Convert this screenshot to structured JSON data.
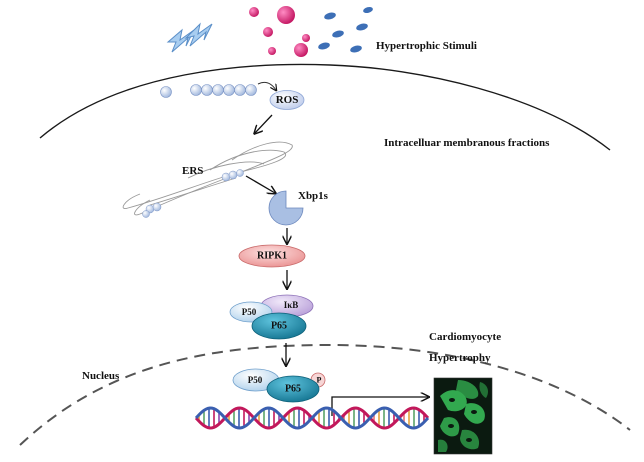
{
  "labels": {
    "stimuli": "Hypertrophic Stimuli",
    "membrane": "Intracelluar membranous fractions",
    "nucleus": "Nucleus",
    "outcome_line1": "Cardiomyocyte",
    "outcome_line2": "Hypertrophy"
  },
  "nodes": {
    "ros": "ROS",
    "ers": "ERS",
    "xbp1s": "Xbp1s",
    "ripk1": "RIPK1",
    "ikb": "IκB",
    "p50_cyto": "P50",
    "p65_cyto": "P65",
    "p50_nuc": "P50",
    "p65_nuc": "P65",
    "phospho": "P"
  },
  "colors": {
    "ros_fill": "#d7dff3",
    "vesicle_fill": "#c9d6f0",
    "ripk1_fill": "#f4a7a7",
    "ikb_fill": "#cdbbe3",
    "p50_fill": "#cfe3f5",
    "p65_fill": "#1f93b3",
    "phospho_fill": "#f7d6d6",
    "xbp1s_fill": "#9fb6dd",
    "stimuli_pink": "#d81b7a",
    "stimuli_blue": "#3d6fb6",
    "lightning": "#8fb8e6",
    "dna_magenta": "#c2185b",
    "dna_blue": "#3a5fb0",
    "micrograph_bg": "#0b1a10",
    "micrograph_cells": "#39c35a"
  },
  "icons": {
    "stimulus": "lightning-bolt-icon",
    "dna": "dna-double-helix-icon",
    "micrograph": "fluorescent-cardiomyocyte-image"
  }
}
